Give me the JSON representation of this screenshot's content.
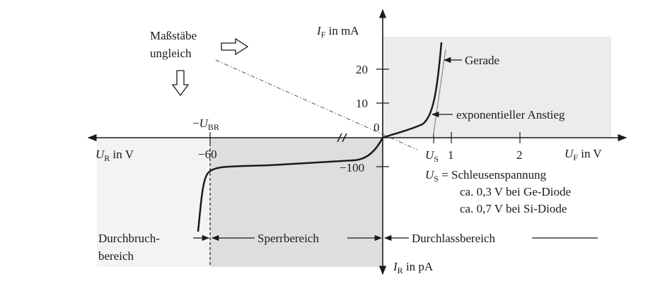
{
  "diagram": {
    "labels": {
      "scale_note_line1": "Maßstäbe",
      "scale_note_line2": "ungleich",
      "if_axis_var": "I",
      "if_axis_sub": "F",
      "if_axis_unit": " in mA",
      "ir_axis_var": "I",
      "ir_axis_sub": "R",
      "ir_axis_unit": " in pA",
      "ur_axis_var": "U",
      "ur_axis_sub": "R",
      "ur_axis_unit": " in V",
      "uf_axis_var": "U",
      "uf_axis_sub": "F",
      "uf_axis_unit": " in V",
      "ubr_prefix": "−",
      "ubr_var": "U",
      "ubr_sub": "BR",
      "gerade": "Gerade",
      "exp_rise": "exponentieller Anstieg",
      "us_var": "U",
      "us_sub": "S",
      "us_def_var": "U",
      "us_def_sub": "S",
      "us_def_rest": " = Schleusenspannung",
      "ge_note": "ca. 0,3 V bei Ge-Diode",
      "si_note": "ca. 0,7 V bei Si-Diode",
      "durchbruch_1": "Durchbruch-",
      "durchbruch_2": "bereich",
      "sperr": "Sperrbereich",
      "durchlass": "Durchlassbereich"
    },
    "ticks": {
      "y_20": "20",
      "y_10": "10",
      "y_0": "0",
      "y_neg100": "−100",
      "x_neg60": "−60",
      "x_1": "1",
      "x_2": "2"
    },
    "colors": {
      "forward_region": "#ececec",
      "reverse_region": "#dedede",
      "breakdown_region": "#f3f3f3",
      "ink": "#1a1a1a"
    }
  }
}
